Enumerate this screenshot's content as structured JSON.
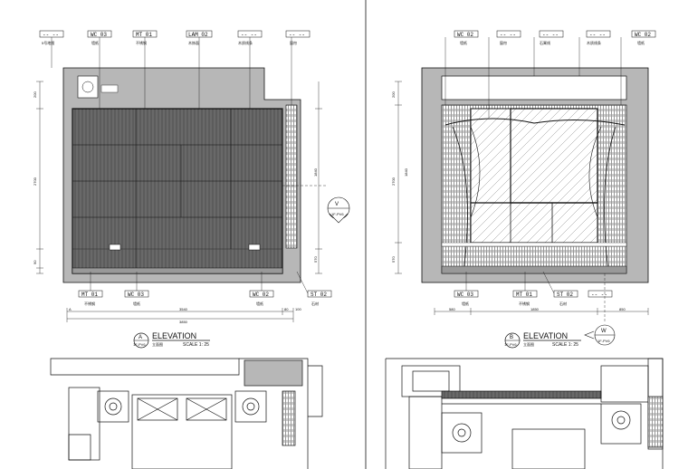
{
  "elevation_a": {
    "top_tags": [
      {
        "code": "-- --",
        "name": "5号地图"
      },
      {
        "code": "WC 03",
        "name": "墙纸"
      },
      {
        "code": "MT 01",
        "name": "不锈钢"
      },
      {
        "code": "LAM 02",
        "name": "木饰面"
      },
      {
        "code": "-- --",
        "name": "木质线条"
      },
      {
        "code": "-- --",
        "name": "窗帘"
      }
    ],
    "bottom_tags": [
      {
        "code": "MT 01",
        "name": "不锈钢"
      },
      {
        "code": "WC 03",
        "name": "墙纸"
      },
      {
        "code": "WC 02",
        "name": "墙纸"
      },
      {
        "code": "ST 02",
        "name": "石材"
      }
    ],
    "section_callout": {
      "letter": "V",
      "sheet": "1F-PV6"
    },
    "title_bubble": {
      "letter": "A",
      "sheet": "1F-PV6"
    },
    "title_text": "ELEVATION",
    "title_subtext": "立面图",
    "scale_text": "SCALE 1: 25",
    "dims_vertical": [
      "2700",
      "1840",
      "570",
      "200",
      "90"
    ],
    "dims_horizontal": [
      "3540",
      "3850",
      "80",
      "100",
      "A"
    ]
  },
  "elevation_b": {
    "top_tags": [
      {
        "code": "WC 02",
        "name": "墙纸"
      },
      {
        "code": "-- --",
        "name": "窗帘"
      },
      {
        "code": "-- --",
        "name": "石膏线"
      },
      {
        "code": "-- --",
        "name": "木质线条"
      },
      {
        "code": "WC 02",
        "name": "墙纸"
      }
    ],
    "bottom_tags": [
      {
        "code": "WC 03",
        "name": "墙纸"
      },
      {
        "code": "MT 01",
        "name": "不锈钢"
      },
      {
        "code": "ST 02",
        "name": "石材"
      },
      {
        "code": "-- --",
        "name": ""
      }
    ],
    "section_callout": {
      "letter": "W",
      "sheet": "1F-PV6"
    },
    "title_bubble": {
      "letter": "B",
      "sheet": "1F-PV6"
    },
    "title_text": "ELEVATION",
    "title_subtext": "立面图",
    "scale_text": "SCALE 1: 25",
    "dims_vertical": [
      "2700",
      "1840",
      "570",
      "200"
    ],
    "dims_horizontal": [
      "580",
      "1850",
      "850"
    ]
  },
  "colors": {
    "line": "#111111",
    "wall_fill": "#b7b7b7",
    "hatch": "#444444",
    "paper": "#ffffff"
  }
}
